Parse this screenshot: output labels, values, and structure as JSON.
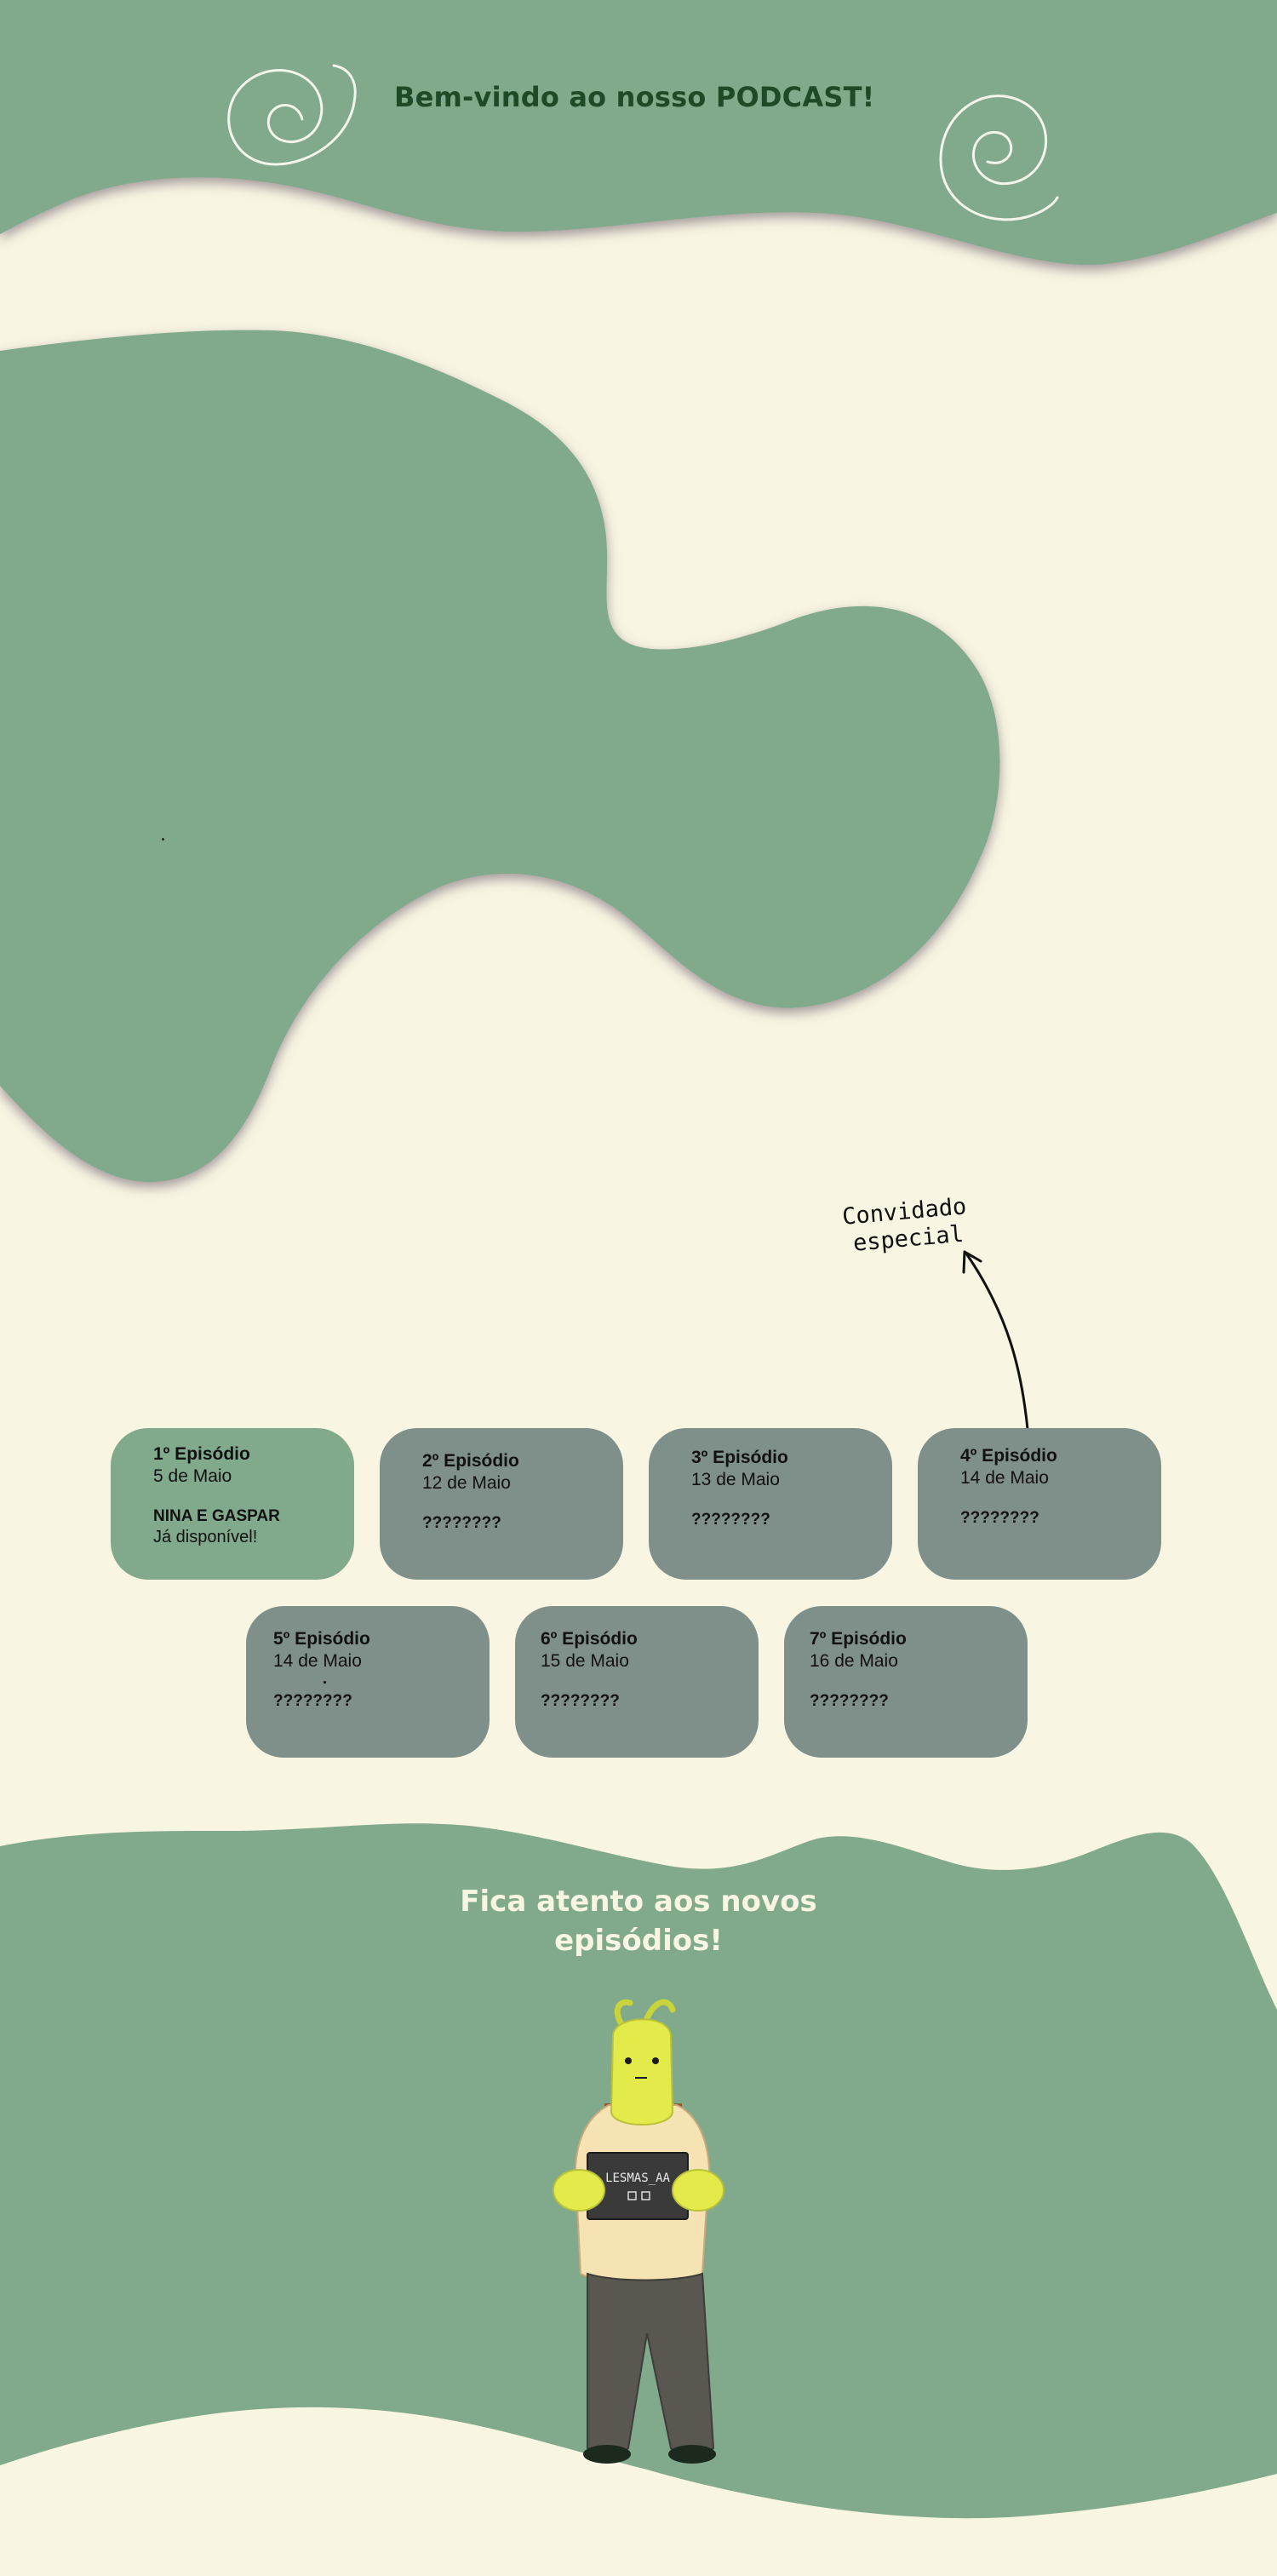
{
  "header": {
    "title": "Bem-vindo ao nosso PODCAST!"
  },
  "annotation": {
    "line1": "Convidado",
    "line2": "especial"
  },
  "episodes": [
    {
      "title": "1º Episódio",
      "date": "5 de Maio",
      "guest": "NINA E GASPAR",
      "status": "Já disponível!",
      "state": "available"
    },
    {
      "title": "2º Episódio",
      "date": "12 de Maio",
      "guest": "????????",
      "state": "upcoming"
    },
    {
      "title": "3º Episódio",
      "date": "13 de Maio",
      "guest": "????????",
      "state": "upcoming"
    },
    {
      "title": "4º Episódio",
      "date": "14 de Maio",
      "guest": "????????",
      "state": "upcoming"
    },
    {
      "title": "5º Episódio",
      "date": "14 de Maio",
      "guest": "????????",
      "state": "upcoming"
    },
    {
      "title": "6º Episódio",
      "date": "15 de Maio",
      "guest": "????????",
      "state": "upcoming"
    },
    {
      "title": "7º Episódio",
      "date": "16 de Maio",
      "guest": "????????",
      "state": "upcoming"
    }
  ],
  "footer": {
    "line1": "Fica atento aos novos",
    "line2": "episódios!",
    "sign_text": "LESMAS_AA"
  },
  "colors": {
    "background": "#f8f5e3",
    "green": "#81a98b",
    "grey_card": "#7f8f8a",
    "title_text": "#1f4a27",
    "footer_text": "#f8f5e3",
    "character_yellow": "#e2eb4a",
    "shirt": "#f6e3b4",
    "pants": "#5a5751"
  },
  "icons": [
    "spiral-icon",
    "spiral-icon",
    "arrow-icon"
  ]
}
